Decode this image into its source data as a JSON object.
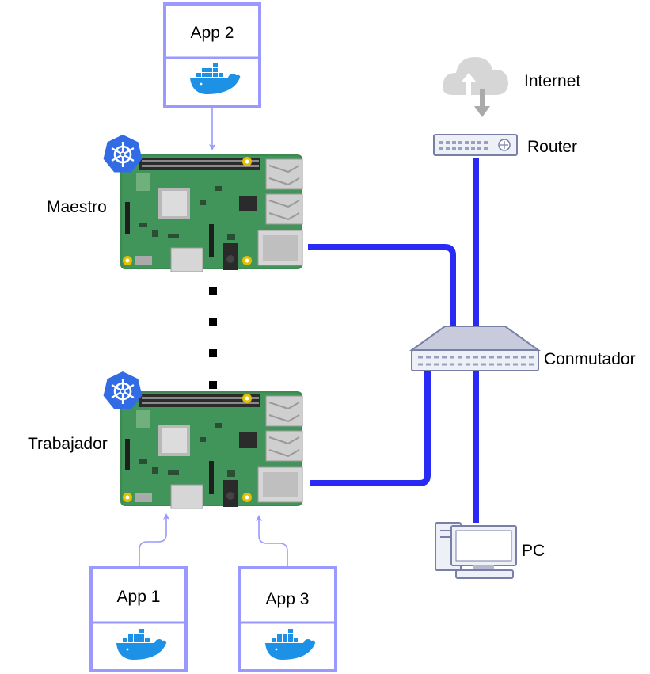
{
  "apps": [
    {
      "id": "app2",
      "label": "App 2"
    },
    {
      "id": "app1",
      "label": "App 1"
    },
    {
      "id": "app3",
      "label": "App 3"
    }
  ],
  "nodes": {
    "maestro": "Maestro",
    "trabajador": "Trabajador",
    "internet": "Internet",
    "router": "Router",
    "switch": "Conmutador",
    "pc": "PC"
  },
  "colors": {
    "app_border": "#9999ff",
    "arrow": "#9999ff",
    "network_cable": "#2a2af5",
    "docker": "#1d91e6",
    "kubernetes": "#326ce5",
    "board": "#3c8a50"
  },
  "icons": [
    "docker-icon",
    "kubernetes-icon",
    "raspberry-pi-board",
    "cloud-icon",
    "router-icon",
    "switch-icon",
    "pc-icon"
  ]
}
